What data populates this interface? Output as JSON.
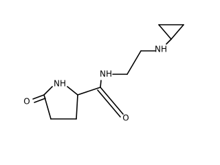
{
  "molecule": {
    "atoms": {
      "amine_nh": "NH",
      "amide_nh": "NH",
      "ring_nh": "NH",
      "ketone_o": "O",
      "amide_o": "O"
    }
  }
}
